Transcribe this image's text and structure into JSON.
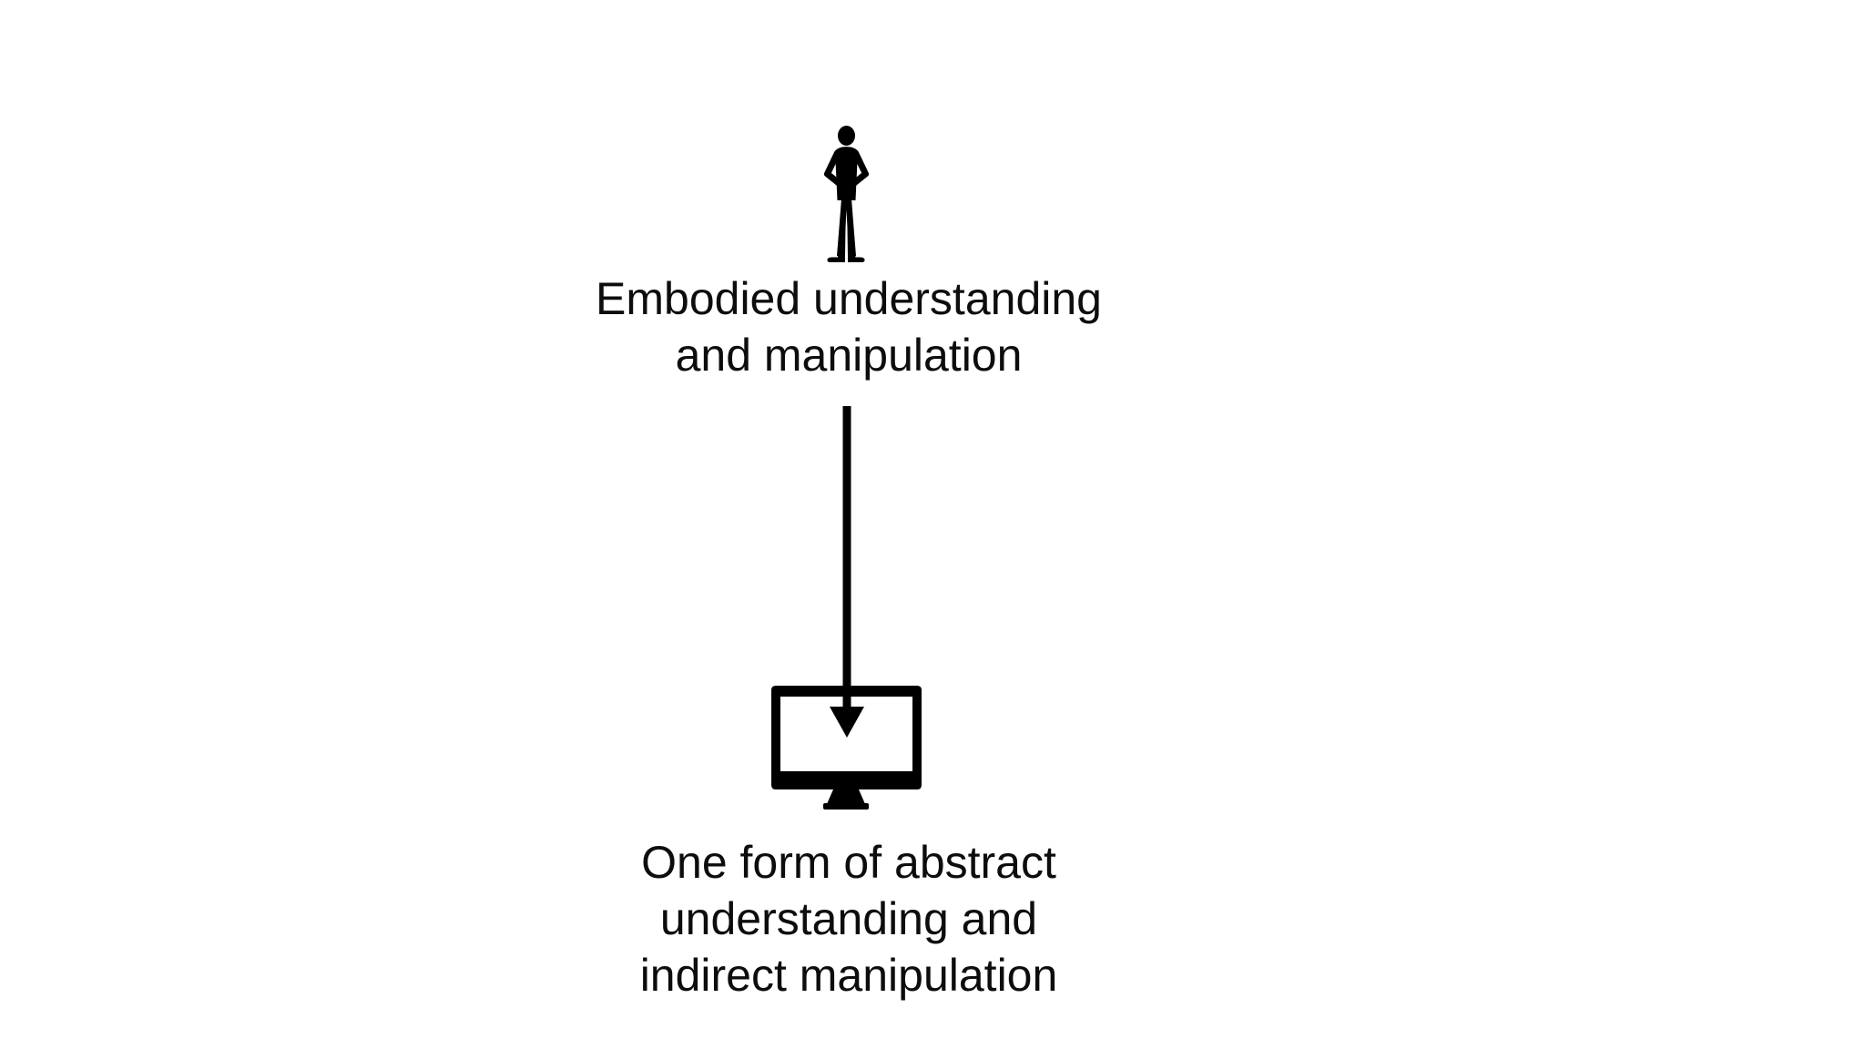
{
  "slide": {
    "background_color": "#ffffff",
    "ink_color": "#000000",
    "top": {
      "icon": "person-icon",
      "label_lines": [
        "Embodied understanding",
        "and manipulation"
      ]
    },
    "connector": {
      "icon": "down-arrow-icon",
      "direction": "down"
    },
    "bottom": {
      "icon": "monitor-icon",
      "label_lines": [
        "One form of abstract",
        "understanding and",
        "indirect manipulation"
      ]
    }
  }
}
